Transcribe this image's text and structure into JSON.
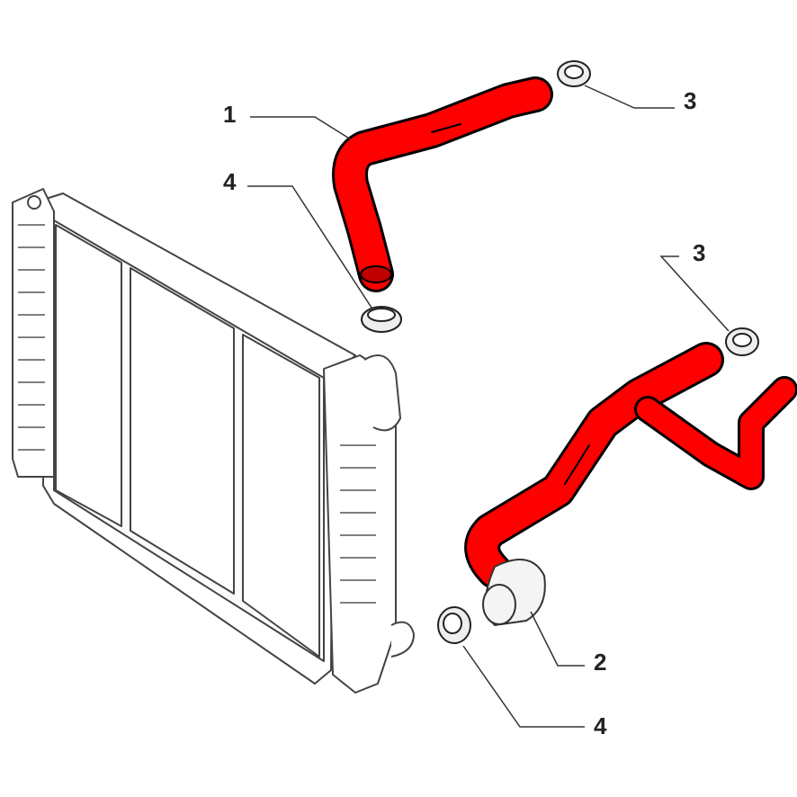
{
  "diagram": {
    "hose_color": "#ff0000",
    "line_color": "#333333",
    "callouts": [
      {
        "number": "1",
        "part": "upper-hose"
      },
      {
        "number": "3",
        "part": "upper-clamp"
      },
      {
        "number": "4",
        "part": "upper-radiator-clamp"
      },
      {
        "number": "3",
        "part": "lower-clamp"
      },
      {
        "number": "2",
        "part": "lower-hose"
      },
      {
        "number": "4",
        "part": "lower-radiator-clamp"
      }
    ]
  }
}
